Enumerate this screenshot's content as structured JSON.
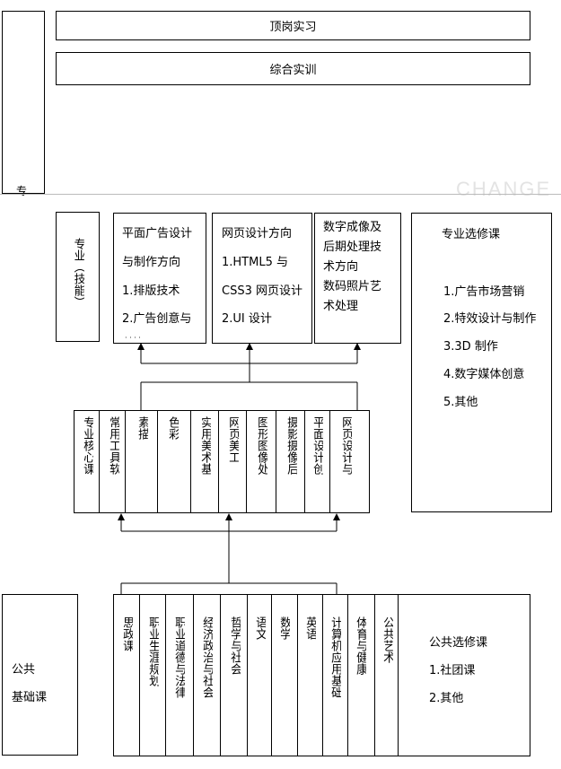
{
  "top": {
    "practice1": "顶岗实习",
    "practice2": "综合实训",
    "cut_char": "专",
    "watermark": "CHANGE"
  },
  "professional": {
    "label": "专业（技能）",
    "direction1": [
      "平面广告设计",
      "与制作方向",
      "1.排版技术",
      "2.广告创意与",
      "· · · ·"
    ],
    "direction2": [
      "网页设计方向",
      "1.HTML5 与",
      "CSS3 网页设计",
      "2.UI 设计"
    ],
    "direction3": [
      "数字成像及",
      "后期处理技",
      "术方向",
      "数码照片艺",
      "术处理"
    ]
  },
  "elective_pro": {
    "title": "专业选修课",
    "items": [
      "1.广告市场营销",
      "2.特效设计与制作",
      "3.3D 制作",
      "4.数字媒体创意",
      "5.其他"
    ]
  },
  "core_courses": [
    "专业核心课",
    "常用工具软",
    "素描",
    "色彩",
    "实用美术基",
    "网页美工",
    "图形图像处",
    "摄影摄像后",
    "平面设计创",
    "网页设计与"
  ],
  "public_basic": {
    "line1": "公共",
    "line2": "基础课"
  },
  "public_courses": [
    "思政课",
    "职业生涯规划",
    "职业道德与法律",
    "经济政治与社会",
    "哲学与社会",
    "语文",
    "数学",
    "英语",
    "计算机应用基础",
    "体育与健康",
    "公共艺术"
  ],
  "elective_public": {
    "title": "公共选修课",
    "items": [
      "1.社团课",
      "2.其他"
    ]
  }
}
